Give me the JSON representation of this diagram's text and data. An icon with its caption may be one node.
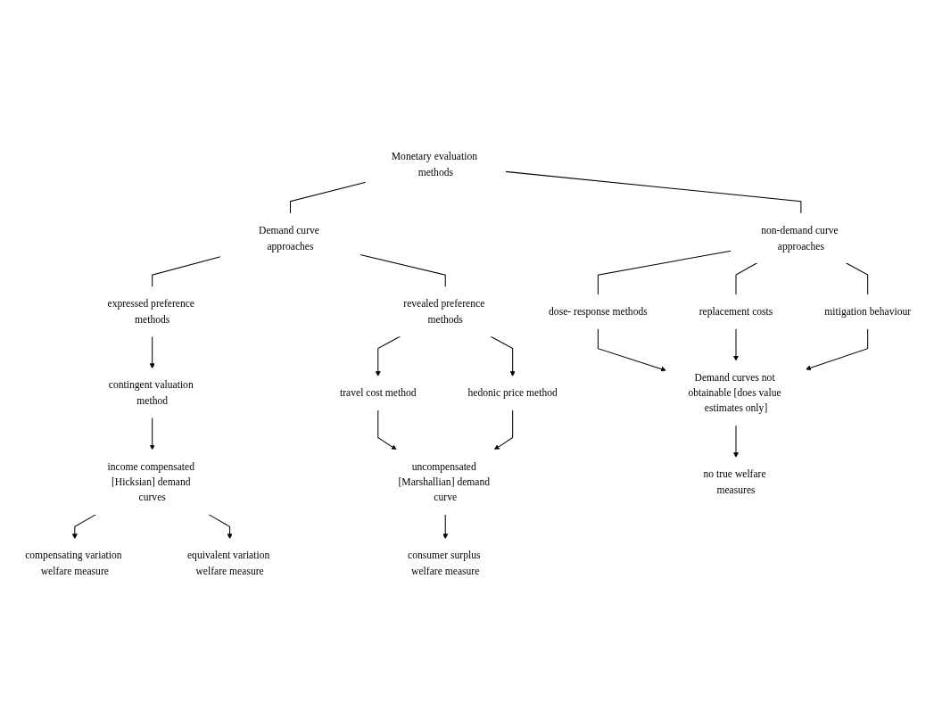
{
  "diagram": {
    "nodes": [
      {
        "text": [
          "Monetary evaluation methods"
        ]
      },
      {
        "text": [
          "Demand curve approaches"
        ]
      },
      {
        "text": [
          "non-demand curve approaches"
        ]
      },
      {
        "text": [
          "expressed preference methods"
        ]
      },
      {
        "text": [
          "revealed preference methods"
        ]
      },
      {
        "text": [
          "dose- response methods"
        ]
      },
      {
        "text": [
          "replacement costs"
        ]
      },
      {
        "text": [
          "mitigation behaviour"
        ]
      },
      {
        "text": [
          "contingent valuation method"
        ]
      },
      {
        "text": [
          "travel cost method"
        ]
      },
      {
        "text": [
          "hedonic price method"
        ]
      },
      {
        "text": [
          "Demand curves not obtainable [does value estimates only]"
        ]
      },
      {
        "text": [
          "income compensated [Hicksian] demand curves"
        ]
      },
      {
        "text": [
          "uncompensated [Marshallian] demand curve"
        ]
      },
      {
        "text": [
          "no true welfare measures"
        ]
      },
      {
        "text": [
          "consumer surplus welfare measure"
        ]
      },
      {
        "text": [
          "compensating variation welfare measure"
        ]
      },
      {
        "text": [
          "equivalent variation welfare measure"
        ]
      }
    ],
    "edges": [
      {
        "from": 0,
        "to": 1,
        "arrow": "none"
      },
      {
        "from": 0,
        "to": 2,
        "arrow": "none"
      },
      {
        "from": 1,
        "to": 3,
        "arrow": "none"
      },
      {
        "from": 1,
        "to": 4,
        "arrow": "none"
      },
      {
        "from": 2,
        "to": 5,
        "arrow": "none"
      },
      {
        "from": 2,
        "to": 6,
        "arrow": "none"
      },
      {
        "from": 2,
        "to": 7,
        "arrow": "none"
      },
      {
        "from": 3,
        "to": 8,
        "arrow": "to"
      },
      {
        "from": 4,
        "to": 9,
        "arrow": "to"
      },
      {
        "from": 4,
        "to": 10,
        "arrow": "to"
      },
      {
        "from": 5,
        "to": 11,
        "arrow": "to"
      },
      {
        "from": 6,
        "to": 11,
        "arrow": "to"
      },
      {
        "from": 7,
        "to": 11,
        "arrow": "to"
      },
      {
        "from": 8,
        "to": 12,
        "arrow": "to"
      },
      {
        "from": 9,
        "to": 13,
        "arrow": "to"
      },
      {
        "from": 10,
        "to": 13,
        "arrow": "to"
      },
      {
        "from": 11,
        "to": 14,
        "arrow": "to"
      },
      {
        "from": 13,
        "to": 15,
        "arrow": "to"
      },
      {
        "from": 12,
        "to": 16,
        "arrow": "to"
      },
      {
        "from": 12,
        "to": 17,
        "arrow": "to"
      }
    ]
  }
}
